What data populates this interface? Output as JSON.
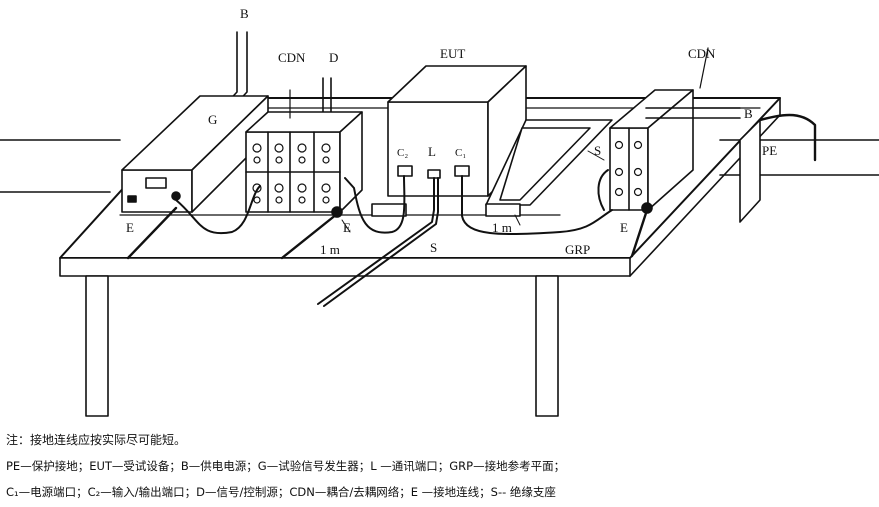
{
  "labels": {
    "b_top": "B",
    "cdn_left": "CDN",
    "d": "D",
    "eut": "EUT",
    "cdn_right": "CDN",
    "g": "G",
    "b_right": "B",
    "pe": "PE",
    "c2": "C₂",
    "l": "L",
    "c1": "C₁",
    "s_right": "S",
    "e_left": "E",
    "e_mid": "E",
    "one_m_left": "1 m",
    "s_bottom": "S",
    "one_m_right": "1 m",
    "grp": "GRP",
    "e_right": "E"
  },
  "caption": {
    "note": "注：接地连线应按实际尽可能短。",
    "legend1": "PE—保护接地；EUT—受试设备；B—供电电源；G—试验信号发生器；L —通讯端口；GRP—接地参考平面；",
    "legend2": "C₁—电源端口；C₂—输入/输出端口；D—信号/控制源；CDN—耦合/去耦网络；E —接地连线；S-- 绝缘支座"
  }
}
